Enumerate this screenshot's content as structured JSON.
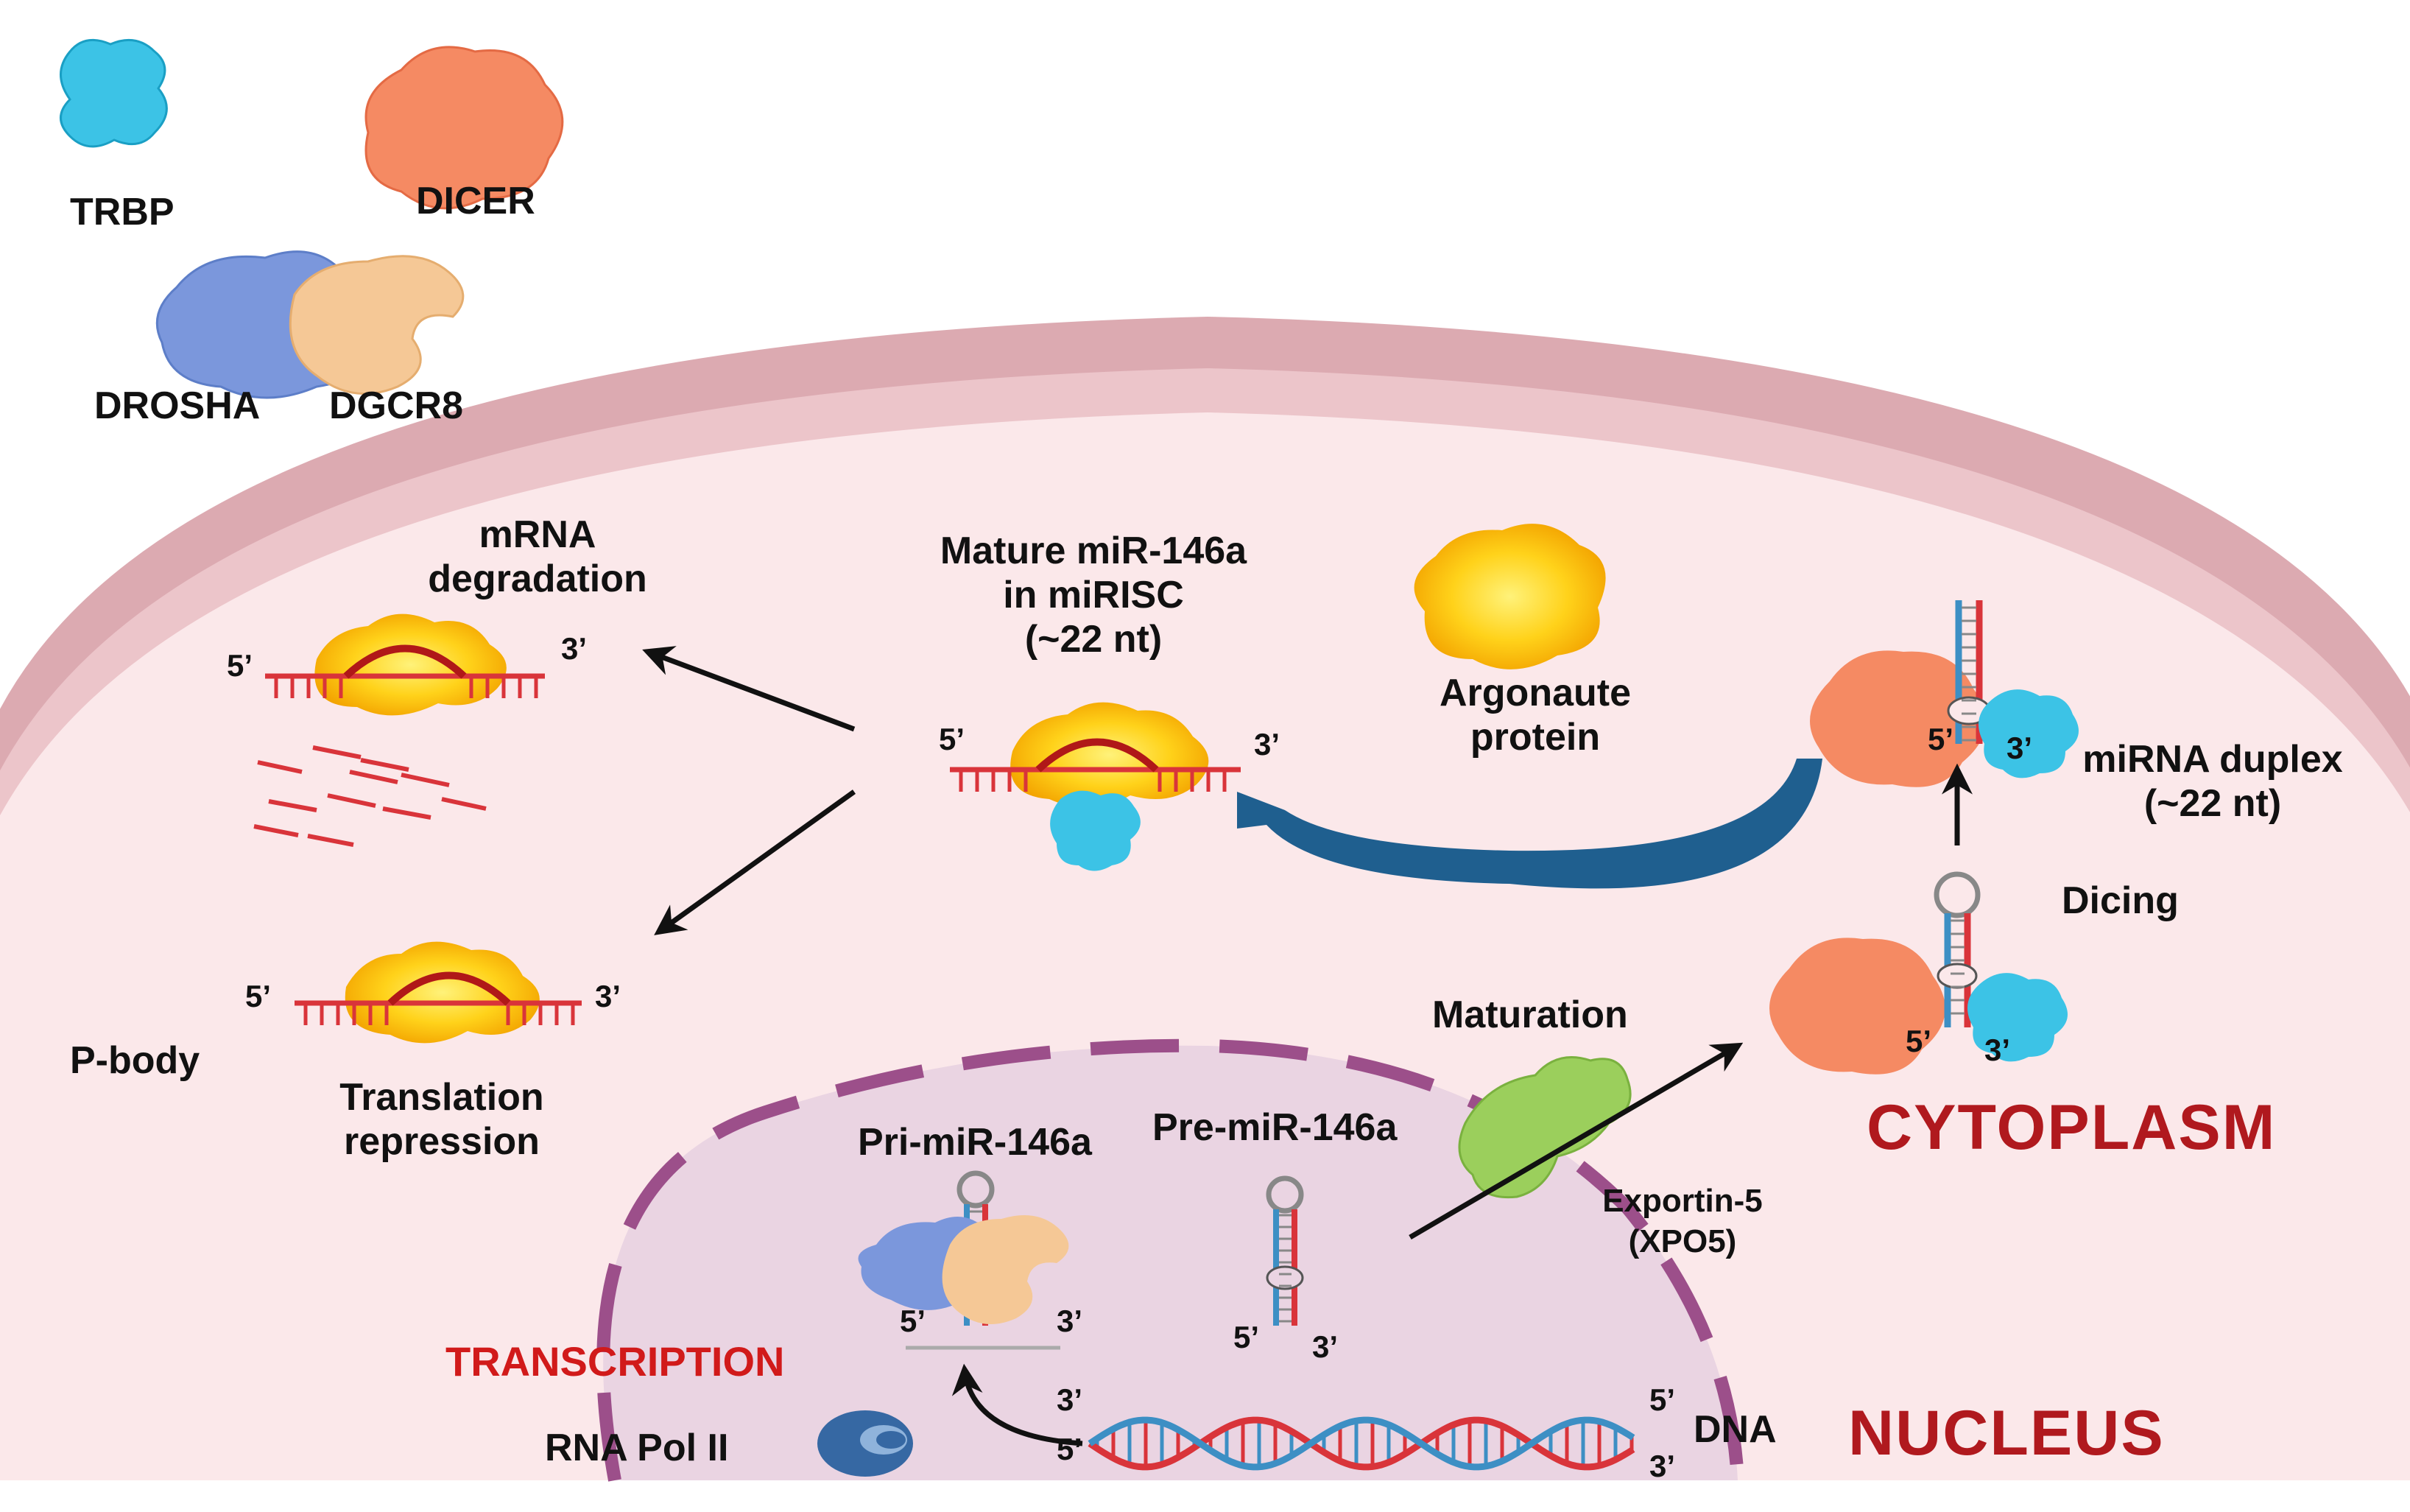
{
  "legend": {
    "trbp": "TRBP",
    "dicer": "DICER",
    "drosha": "DROSHA",
    "dgcr8": "DGCR8"
  },
  "labels": {
    "mrna_degradation": [
      "mRNA",
      "degradation"
    ],
    "mature_mirna": [
      "Mature miR-146a",
      "in miRISC",
      "(~22 nt)"
    ],
    "argonaute": [
      "Argonaute",
      "protein"
    ],
    "mirna_duplex": [
      "miRNA duplex",
      "(~22 nt)"
    ],
    "dicing": "Dicing",
    "maturation": "Maturation",
    "p_body": "P-body",
    "translation_repression": [
      "Translation",
      "repression"
    ],
    "pri_mirna": "Pri-miR-146a",
    "pre_mirna": "Pre-miR-146a",
    "exportin": [
      "Exportin-5",
      "(XPO5)"
    ],
    "transcription": "TRANSCRIPTION",
    "rna_pol": "RNA Pol II",
    "dna": "DNA",
    "cytoplasm": "CYTOPLASM",
    "nucleus": "NUCLEUS",
    "five_prime": "5’",
    "three_prime": "3’"
  },
  "colors": {
    "membrane": "#c98f97",
    "cytoplasm": "#fbe8ea",
    "nucleus": "#ead4e2",
    "nuclear_envelope": "#9c4f8a",
    "trbp": "#3cc3e6",
    "dicer": "#f58a63",
    "drosha": "#7b97dc",
    "dgcr8": "#f5c896",
    "argonaute": "#f7b800",
    "exportin": "#9bcf5c",
    "rna_red": "#d9343a",
    "rna_blue": "#3d8fc4",
    "curved_arrow": "#1f5f8f",
    "pol": "#3668a3",
    "label_red": "#b0191e"
  }
}
